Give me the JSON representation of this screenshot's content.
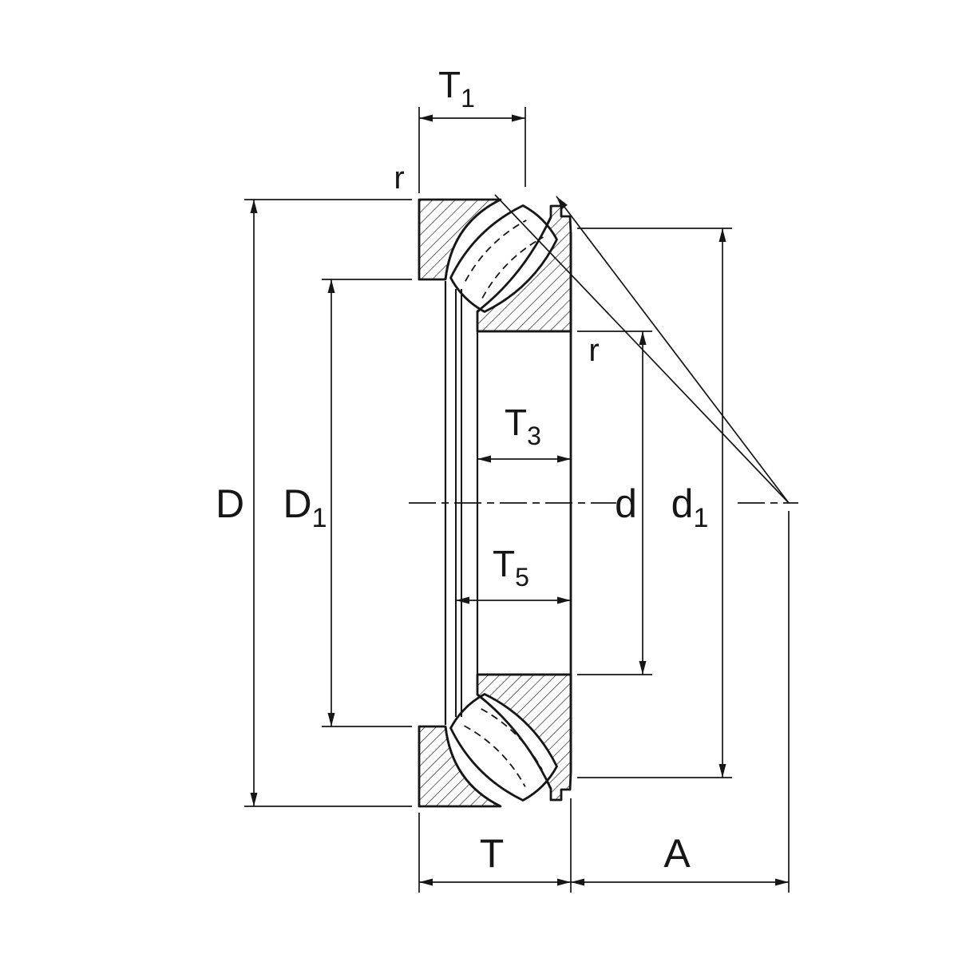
{
  "figure": {
    "type": "technical-drawing",
    "subject": "spherical-roller-thrust-bearing-cross-section",
    "colors": {
      "background": "#ffffff",
      "line": "#161616"
    },
    "dimension_labels": {
      "T1": {
        "base": "T",
        "sub": "1"
      },
      "r_outer": "r",
      "r_inner": "r",
      "D": "D",
      "D1": {
        "base": "D",
        "sub": "1"
      },
      "T3": {
        "base": "T",
        "sub": "3"
      },
      "T5": {
        "base": "T",
        "sub": "5"
      },
      "d": "d",
      "d1": {
        "base": "d",
        "sub": "1"
      },
      "T": "T",
      "A": "A"
    }
  }
}
